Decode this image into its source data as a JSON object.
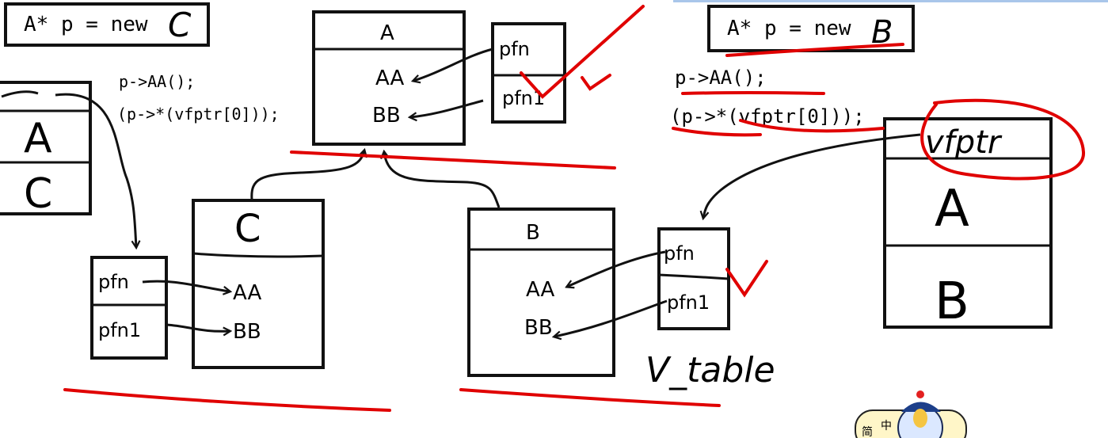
{
  "left_panel": {
    "header_text": "A* p = new",
    "header_hand": "C",
    "code_line1": "p->AA();",
    "code_line2": "(p->*(vfptr[0]));",
    "object_a": "A",
    "object_c": "C",
    "vtable_pfn": "pfn",
    "vtable_pfn1": "pfn1",
    "class_c_title": "C",
    "class_c_aa": "AA",
    "class_c_bb": "BB"
  },
  "center_panel": {
    "class_a_title": "A",
    "class_a_aa": "AA",
    "class_a_bb": "BB",
    "a_vtable_pfn": "pfn",
    "a_vtable_pfn1": "pfn1",
    "class_b_title": "B",
    "class_b_aa": "AA",
    "class_b_bb": "BB",
    "b_vtable_pfn": "pfn",
    "b_vtable_pfn1": "pfn1",
    "vtable_label": "V_table"
  },
  "right_panel": {
    "header_text": "A* p = new",
    "header_hand": "B",
    "code_line1": "p->AA();",
    "code_line2": "(p->*(vfptr[0]));",
    "object_vfptr": "vfptr",
    "object_a": "A",
    "object_b": "B"
  },
  "badge": {
    "chars": [
      "简",
      "中"
    ]
  },
  "colors": {
    "ink": "#111111",
    "annotation_red": "#e00000",
    "topbar": "#a9c6ea"
  }
}
